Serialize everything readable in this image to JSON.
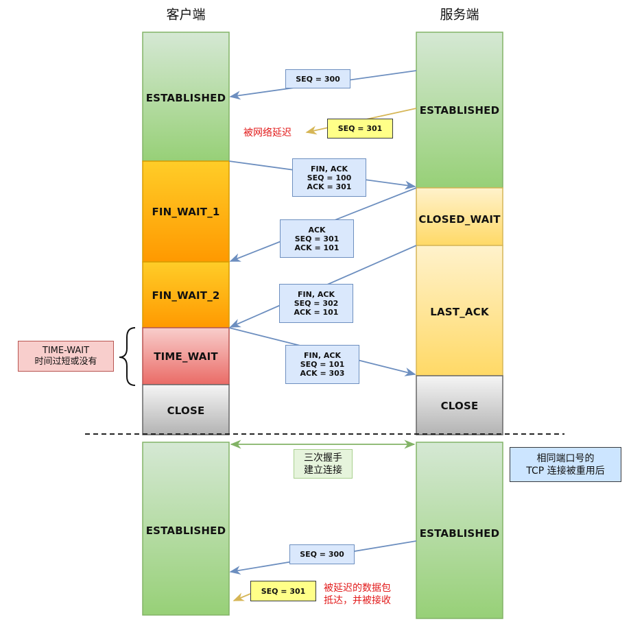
{
  "columns": {
    "client": "客户端",
    "server": "服务端"
  },
  "client_states": [
    "ESTABLISHED",
    "FIN_WAIT_1",
    "FIN_WAIT_2",
    "TIME_WAIT",
    "CLOSE",
    "ESTABLISHED"
  ],
  "server_states": [
    "ESTABLISHED",
    "CLOSED_WAIT",
    "LAST_ACK",
    "CLOSE",
    "ESTABLISHED"
  ],
  "messages": {
    "m1": [
      "SEQ = 300"
    ],
    "m2": [
      "SEQ = 301"
    ],
    "m3": [
      "FIN, ACK",
      "SEQ = 100",
      "ACK = 301"
    ],
    "m4": [
      "ACK",
      "SEQ = 301",
      "ACK = 101"
    ],
    "m5": [
      "FIN, ACK",
      "SEQ = 302",
      "ACK = 101"
    ],
    "m6": [
      "FIN, ACK",
      "SEQ = 101",
      "ACK = 303"
    ],
    "m7": [
      "SEQ = 300"
    ],
    "m8": [
      "SEQ = 301"
    ]
  },
  "annotations": {
    "delayed": "被网络延迟",
    "time_wait_note": [
      "TIME-WAIT",
      "时间过短或没有"
    ],
    "handshake": [
      "三次握手",
      "建立连接"
    ],
    "reuse_note": [
      "相同端口号的",
      "TCP 连接被重用后"
    ],
    "delayed_accepted": [
      "被延迟的数据包",
      "抵达，并被接收"
    ]
  },
  "colors": {
    "green": "#97d077",
    "orange": "#ffa500",
    "yellow": "#ffd966",
    "red": "#ea6b66",
    "gray": "#cccccc",
    "arrow_blue": "#6c8ebf",
    "arrow_tan": "#d6b656",
    "arrow_green": "#82b366"
  }
}
